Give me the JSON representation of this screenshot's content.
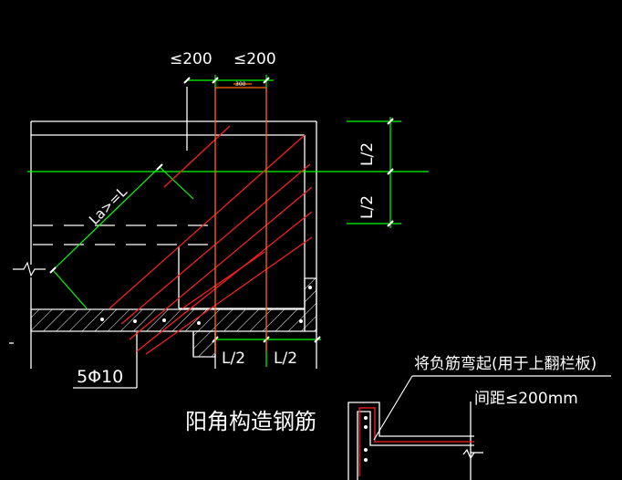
{
  "colors": {
    "background": "#000000",
    "outline": "#ffffff",
    "dimension": "#00ff00",
    "rebar_diagonal": "#ff2020",
    "rebar_vertical": "#ff6a00"
  },
  "labels": {
    "dim_top_left": "≤200",
    "dim_top_right": "≤200",
    "dim_top_small": "300",
    "dim_right_upper": "L/2",
    "dim_right_lower": "L/2",
    "dim_diagonal": "La>=L",
    "dim_bottom_left": "L/2",
    "dim_bottom_right": "L/2",
    "rebar_spec": "5Φ10",
    "title": "阳角构造钢筋",
    "detail_note": "将负筋弯起(用于上翻栏板)",
    "spacing_note": "间距≤200mm"
  }
}
